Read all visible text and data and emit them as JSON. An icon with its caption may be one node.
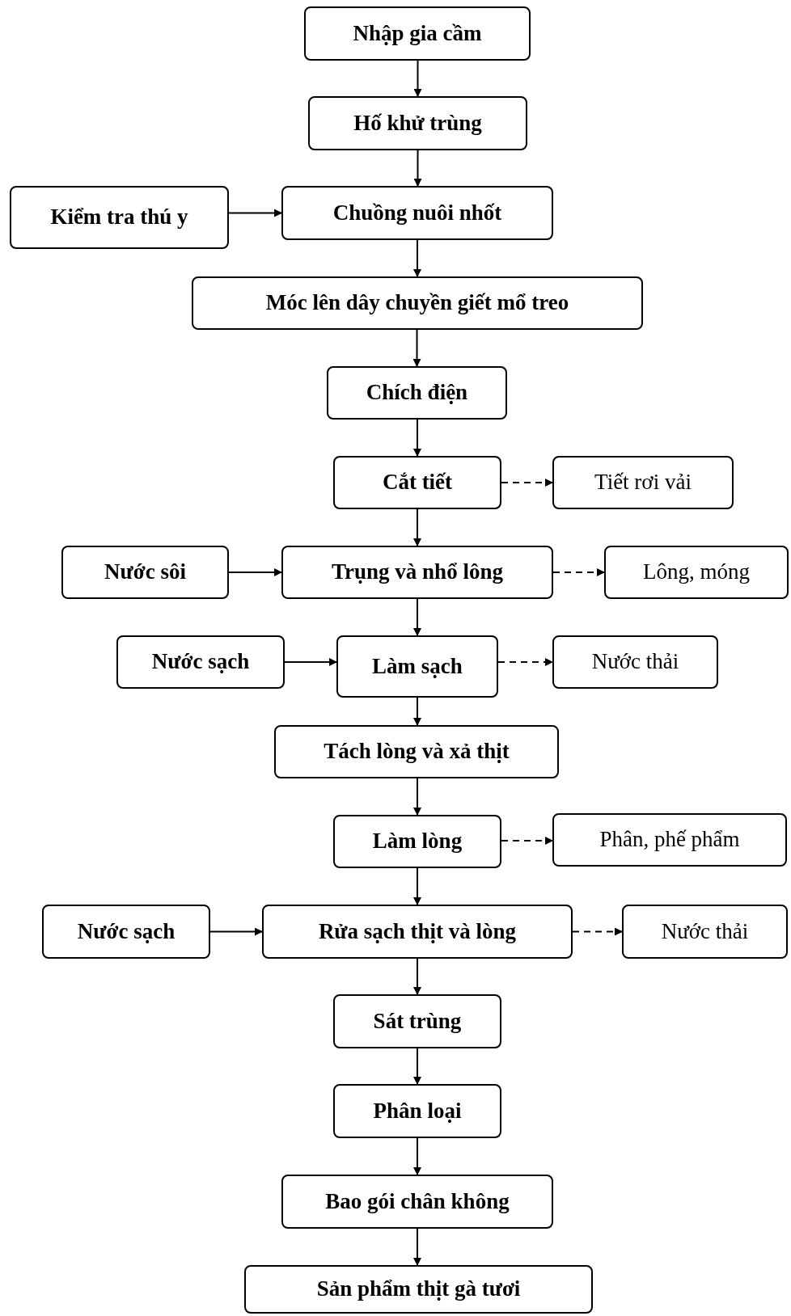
{
  "diagram": {
    "nodes": [
      {
        "text": [
          "Nhập gia cầm"
        ]
      },
      {
        "text": [
          "Hố khử trùng"
        ]
      },
      {
        "text": [
          "Kiểm tra thú y"
        ]
      },
      {
        "text": [
          "Chuồng nuôi nhốt"
        ]
      },
      {
        "text": [
          "Móc lên dây chuyền giết mổ treo"
        ]
      },
      {
        "text": [
          "Chích điện"
        ]
      },
      {
        "text": [
          "Cắt tiết"
        ]
      },
      {
        "text": [
          "Tiết rơi vải"
        ]
      },
      {
        "text": [
          "Nước sôi"
        ]
      },
      {
        "text": [
          "Trụng và nhổ lông"
        ]
      },
      {
        "text": [
          "Lông, móng"
        ]
      },
      {
        "text": [
          "Nước sạch"
        ]
      },
      {
        "text": [
          "Làm sạch"
        ]
      },
      {
        "text": [
          "Nước thải"
        ]
      },
      {
        "text": [
          "Tách lòng và xả thịt"
        ]
      },
      {
        "text": [
          "Làm lòng"
        ]
      },
      {
        "text": [
          "Phân, phế phẩm"
        ]
      },
      {
        "text": [
          "Nước sạch"
        ]
      },
      {
        "text": [
          "Rửa sạch thịt và lòng"
        ]
      },
      {
        "text": [
          "Nước thải"
        ]
      },
      {
        "text": [
          "Sát trùng"
        ]
      },
      {
        "text": [
          "Phân loại"
        ]
      },
      {
        "text": [
          "Bao gói chân không"
        ]
      },
      {
        "text": [
          "Sản phẩm thịt gà tươi"
        ]
      }
    ],
    "edges": [
      {
        "from": 0,
        "to": 1,
        "arrow": "to"
      },
      {
        "from": 1,
        "to": 3,
        "arrow": "to"
      },
      {
        "from": 2,
        "to": 3,
        "arrow": "to"
      },
      {
        "from": 3,
        "to": 4,
        "arrow": "to"
      },
      {
        "from": 4,
        "to": 5,
        "arrow": "to"
      },
      {
        "from": 5,
        "to": 6,
        "arrow": "to"
      },
      {
        "from": 6,
        "to": 7,
        "arrow": "to",
        "style": "dashed"
      },
      {
        "from": 6,
        "to": 9,
        "arrow": "to"
      },
      {
        "from": 8,
        "to": 9,
        "arrow": "to"
      },
      {
        "from": 9,
        "to": 10,
        "arrow": "to",
        "style": "dashed"
      },
      {
        "from": 9,
        "to": 12,
        "arrow": "to"
      },
      {
        "from": 11,
        "to": 12,
        "arrow": "to"
      },
      {
        "from": 12,
        "to": 13,
        "arrow": "to",
        "style": "dashed"
      },
      {
        "from": 12,
        "to": 14,
        "arrow": "to"
      },
      {
        "from": 14,
        "to": 15,
        "arrow": "to"
      },
      {
        "from": 15,
        "to": 16,
        "arrow": "to",
        "style": "dashed"
      },
      {
        "from": 15,
        "to": 18,
        "arrow": "to"
      },
      {
        "from": 17,
        "to": 18,
        "arrow": "to"
      },
      {
        "from": 18,
        "to": 19,
        "arrow": "to",
        "style": "dashed"
      },
      {
        "from": 18,
        "to": 20,
        "arrow": "to"
      },
      {
        "from": 20,
        "to": 21,
        "arrow": "to"
      },
      {
        "from": 21,
        "to": 22,
        "arrow": "to"
      },
      {
        "from": 22,
        "to": 23,
        "arrow": "to"
      }
    ]
  }
}
